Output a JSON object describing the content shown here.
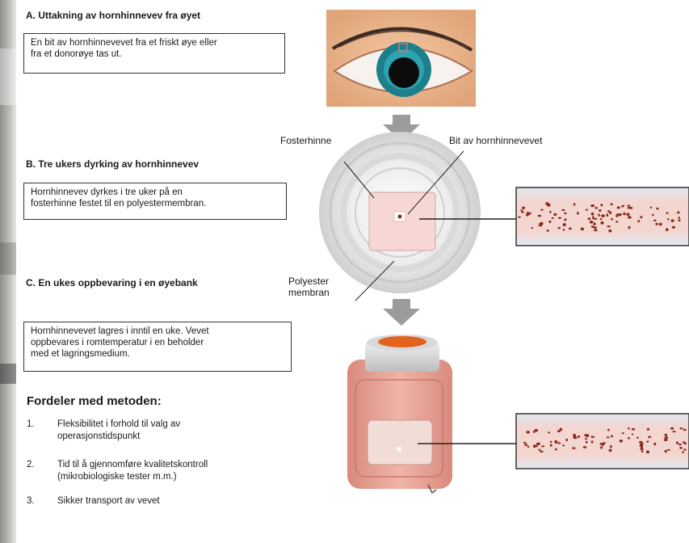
{
  "sections": {
    "a": {
      "heading": "A. Uttakning av hornhinnevev fra øyet",
      "box_line1": "En bit av hornhinnevevet fra et friskt øye eller",
      "box_line2": "fra et donorøye tas ut."
    },
    "b": {
      "heading": "B. Tre ukers dyrking av hornhinnevev",
      "box_line1": "Hornhinnevev dyrkes i tre uker på en",
      "box_line2": "fosterhinne festet til en polyestermembran."
    },
    "c": {
      "heading": "C. En ukes oppbevaring i en øyebank",
      "box_line1": "Hornhinnevevet lagres i inntil en uke. Vevet",
      "box_line2": "oppbevares i romtemperatur i en beholder",
      "box_line3": "med et lagringsmedium."
    }
  },
  "labels": {
    "fosterhinne": "Fosterhinne",
    "bit": "Bit av hornhinnevevet",
    "polyester_line1": "Polyester",
    "polyester_line2": "membran"
  },
  "benefits": {
    "title": "Fordeler med metoden:",
    "items": [
      {
        "num": "1.",
        "line1": "Fleksibilitet i forhold til valg av",
        "line2": "operasjonstidspunkt"
      },
      {
        "num": "2.",
        "line1": "Tid til å gjennomføre kvalitetskontroll",
        "line2": "(mikrobiologiske tester m.m.)"
      },
      {
        "num": "3.",
        "line1": "Sikker transport av vevet",
        "line2": ""
      }
    ]
  },
  "colors": {
    "iris": "#1e7f8c",
    "pupil": "#0c0c0c",
    "tissue": "#f6d7d3",
    "cell_nuclei": "#8b2a1e",
    "jar_medium": "#e9a294",
    "jar_lid": "#e2631f",
    "arrow": "#9b9b9b"
  }
}
